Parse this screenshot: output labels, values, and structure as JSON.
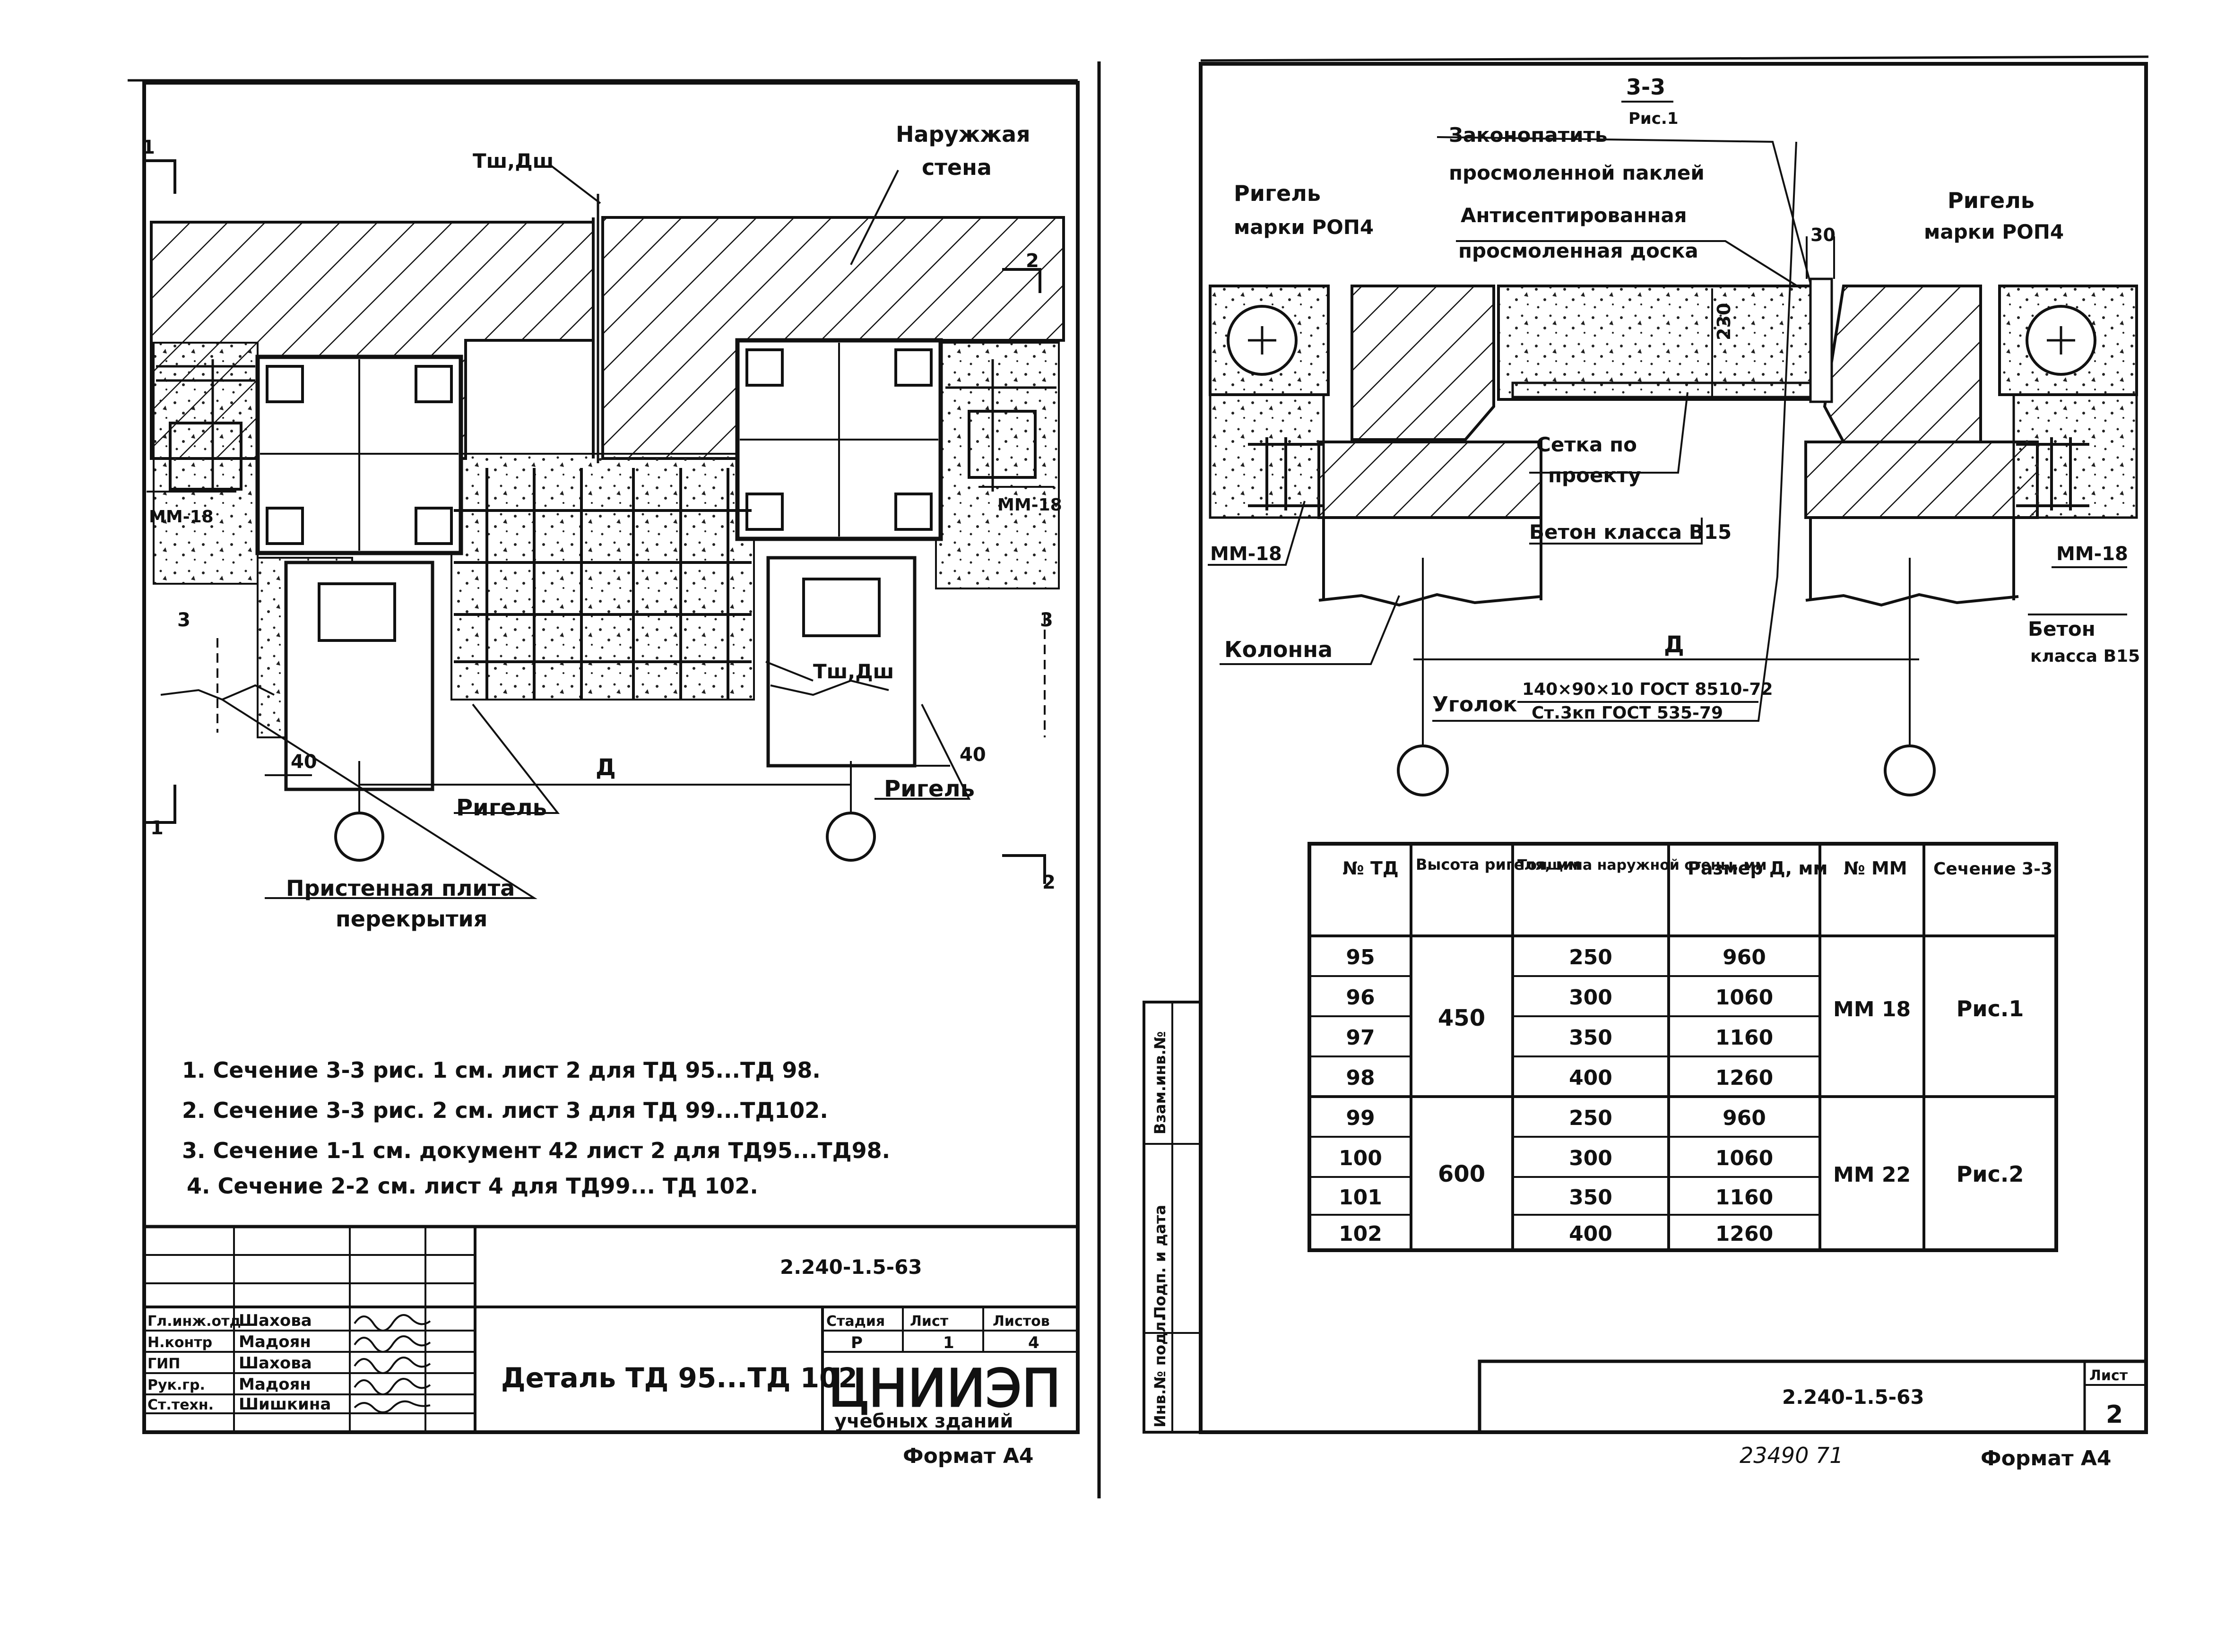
{
  "left": {
    "labels": {
      "outer_wall": [
        "Наружжая",
        "стена"
      ],
      "tsh_top": "Тш,Дш",
      "tsh_mid": "Тш,Дш",
      "mm18_left": "ММ-18",
      "mm18_right": "ММ-18",
      "rigel_center": "Ригель",
      "rigel_right": "Ригель",
      "plate": [
        "Пристенная плита",
        "перекрытия"
      ],
      "dim_40_left": "40",
      "dim_40_right": "40",
      "dim_d": "Д",
      "sec1_top": "1",
      "sec1_bot": "1",
      "sec2_top": "2",
      "sec2_bot": "2",
      "sec3_left": "3",
      "sec3_right": "3"
    },
    "notes": [
      "1. Сечение 3-3 рис. 1 см. лист 2 для ТД 95...ТД 98.",
      "2. Сечение 3-3 рис. 2 см. лист 3 для ТД 99...ТД102.",
      "3. Сечение 1-1 см. документ 42 лист 2 для ТД95...ТД98.",
      "4. Сечение 2-2 см. лист 4 для ТД99... ТД 102."
    ],
    "title_block": {
      "code": "2.240-1.5-63",
      "title": "Деталь ТД 95...ТД 102",
      "stage_header": [
        "Стадия",
        "Лист",
        "Листов"
      ],
      "stage_values": [
        "Р",
        "1",
        "4"
      ],
      "org_logo": "ЦНИИЭП",
      "org_sub": "учебных зданий",
      "staff": [
        {
          "role": "Гл.инж.отд",
          "name": "Шахова"
        },
        {
          "role": "Н.контр",
          "name": "Мадоян"
        },
        {
          "role": "ГИП",
          "name": "Шахова"
        },
        {
          "role": "Рук.гр.",
          "name": "Мадоян"
        },
        {
          "role": "Ст.техн.",
          "name": "Шишкина"
        }
      ]
    },
    "format": "Формат А4"
  },
  "right": {
    "section_title": "3-3",
    "section_sub": "Рис.1",
    "labels": {
      "caulk": [
        "Законопатить",
        "просмоленной паклей"
      ],
      "board": [
        "Антисептированная",
        "просмоленная доска"
      ],
      "dim_30": "30",
      "dim_230": "230",
      "rigel_left": [
        "Ригель",
        "марки РОП4"
      ],
      "rigel_right": [
        "Ригель",
        "марки РОП4"
      ],
      "mesh": [
        "Сетка по",
        "проекту"
      ],
      "concrete": "Бетон класса В15",
      "mm18_left": "ММ-18",
      "mm18_right": "ММ-18",
      "column": "Колонна",
      "beton_right": [
        "Бетон",
        "класса В15"
      ],
      "dim_d": "Д",
      "angle_label": "Уголок",
      "angle_num": "140×90×10 ГОСТ 8510-72",
      "angle_den": "Ст.3кп ГОСТ 535-79"
    },
    "table": {
      "headers": [
        "№ ТД",
        "Высота ригеля, мм",
        "Толщина наружной стены, мм",
        "Размер Д, мм",
        "№ ММ",
        "Сечение 3-3"
      ],
      "rows": [
        [
          "95",
          "250",
          "960"
        ],
        [
          "96",
          "300",
          "1060"
        ],
        [
          "97",
          "350",
          "1160"
        ],
        [
          "98",
          "400",
          "1260"
        ],
        [
          "99",
          "250",
          "960"
        ],
        [
          "100",
          "300",
          "1060"
        ],
        [
          "101",
          "350",
          "1160"
        ],
        [
          "102",
          "400",
          "1260"
        ]
      ],
      "groups": [
        {
          "height": "450",
          "mm": "ММ 18",
          "section": "Рис.1"
        },
        {
          "height": "600",
          "mm": "ММ 22",
          "section": "Рис.2"
        }
      ]
    },
    "side_stamp": [
      "Инв.№ подл.",
      "Подп. и дата",
      "Взам.инв.№"
    ],
    "title_block": {
      "code": "2.240-1.5-63",
      "sheet_label": "Лист",
      "sheet_no": "2"
    },
    "handwritten": "23490 71",
    "format": "Формат А4"
  }
}
